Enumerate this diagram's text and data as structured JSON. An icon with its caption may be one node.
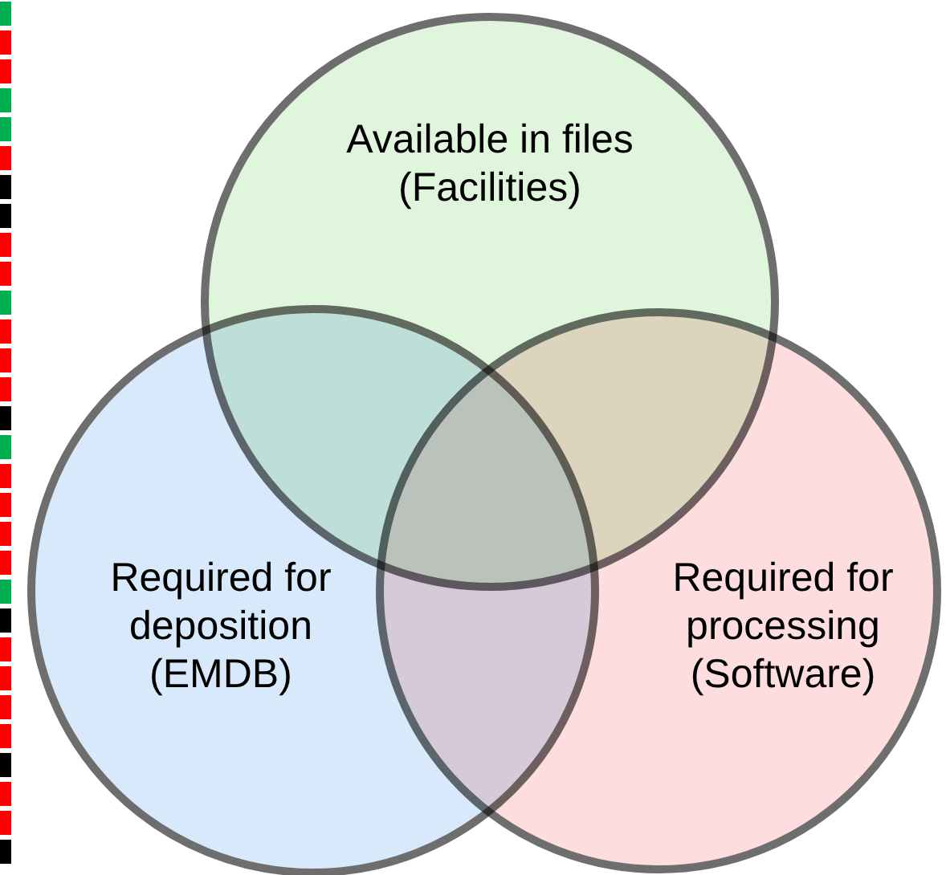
{
  "diagram": {
    "nodes": [
      {
        "text": [
          "Available in files (Facilities)"
        ]
      },
      {
        "text": [
          "Required for deposition (EMDB)"
        ]
      },
      {
        "text": [
          "Required for processing (Software)"
        ]
      }
    ]
  }
}
